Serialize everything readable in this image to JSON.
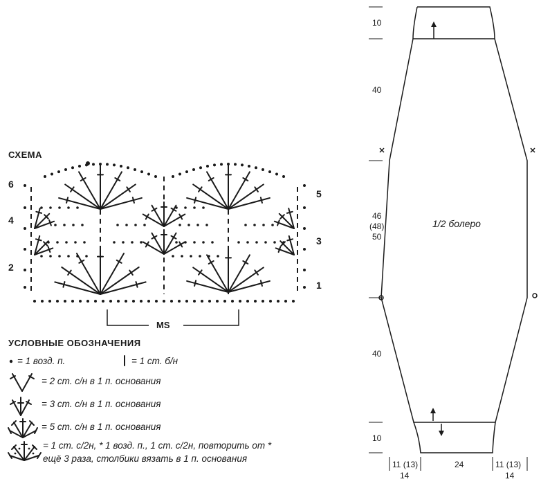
{
  "chart_section": {
    "title": "СХЕМА",
    "rows_left": [
      "6",
      "4",
      "2"
    ],
    "rows_right": [
      "5",
      "3",
      "1"
    ],
    "ms_label": "MS"
  },
  "legend": {
    "title": "УСЛОВНЫЕ ОБОЗНАЧЕНИЯ",
    "items": [
      "= 1 возд. п.",
      "= 1 ст. б/н",
      "= 2 ст. с/н в 1 п. основания",
      "= 3 ст. с/н в 1 п. основания",
      "= 5 ст. с/н в 1 п. основания",
      "= 1 ст. с/2н, * 1 возд. п., 1 ст. с/2н, повторить от *",
      "ещё 3 раза, столбики вязать в 1 п. основания"
    ]
  },
  "pattern": {
    "center_label": "1/2 болеро",
    "dims_left": [
      "10",
      "40",
      "46",
      "(48)",
      "50",
      "40",
      "10"
    ],
    "dims_bottom": [
      "11 (13)",
      "14",
      "24",
      "11 (13)",
      "14"
    ]
  }
}
